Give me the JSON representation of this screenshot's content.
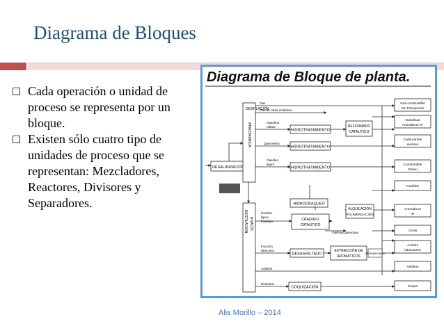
{
  "slide": {
    "title": "Diagrama de Bloques",
    "bullets": [
      "Cada operación o unidad de proceso se representa por un bloque.",
      "Existen sólo cuatro tipo de unidades de proceso que se representan: Mezcladores, Reactores, Divisores y Separadores."
    ],
    "footer": "Alis Morillo – 2014"
  },
  "figure": {
    "title": "Diagrama de Bloque de planta.",
    "blocks": {
      "desalinizacion": "DESALINIZACIÓN",
      "hidrotratamiento_1": "HIDROTRATAMIENTO",
      "hidrotratamiento_2": "HIDROTRATAMIENTO",
      "hidrotratamiento_3": "HIDROTRATAMIENTO",
      "hidrocraqueo": "HIDROCRAQUEO",
      "reformado_1": "REFORMADO",
      "reformado_2": "CATALÍTICO",
      "craqueo_1": "CRAQUEO",
      "craqueo_2": "CATALÍTICO",
      "alquilacion_1": "ALQUILACIÓN",
      "alquilacion_2": "POLIMERIZACIÓN",
      "desasfaltado": "DESASFALTADO",
      "extraccion_1": "EXTRACCIÓN DE",
      "extraccion_2": "AROMÁTICOS",
      "desparafinado": "DESPARAFINADO",
      "coquizacion": "COQUIZACIÓN"
    },
    "columns": {
      "dest_atm_1": "DESTILACIÓN",
      "dest_atm_2": "ATMOSFÉRICA",
      "dest_vac_1": "DESTILACIÓN",
      "dest_vac_2": "A VACÍO"
    },
    "streams": {
      "gas": "Gas",
      "gas_unidades": "Gas de otras unidades",
      "gasolina_naftas_1": "Gasolina",
      "gasolina_naftas_2": "naftas",
      "queroseno": "Queroseno",
      "gasoleo_1": "Gasóleo",
      "gasoleo_2": "ligero",
      "gasoleo_pesado_1": "Gasóleo",
      "gasoleo_pesado_2": "ligero",
      "gasoleo_pesado_3": "Fuelóleo",
      "olefinas": "Olefinas gaseosas",
      "fraccion_1": "Fracción",
      "fraccion_2": "lubricante",
      "asfaltos": "Asfaltos",
      "residuos": "Residuos"
    },
    "products": {
      "gas_combustible_1": "Gas combustible",
      "gas_combustible_2": "Ind. Petroquímica",
      "gasolinas_1": "Gasolinas",
      "gasolinas_2": "Aromáticos IP.",
      "carburantes_1": "Carburantes",
      "carburantes_2": "aviones",
      "combustible_diesel_1": "Combustible",
      "combustible_diesel_2": "Diesel",
      "fueloleo": "Fuelóleo",
      "aromaticos_1": "Aromáticos",
      "aromaticos_2": "IP.",
      "ceras": "Ceras",
      "aceites_1": "Aceites",
      "aceites_2": "lubricantes",
      "asfaltos": "Asfaltos",
      "coque": "Coque"
    }
  }
}
